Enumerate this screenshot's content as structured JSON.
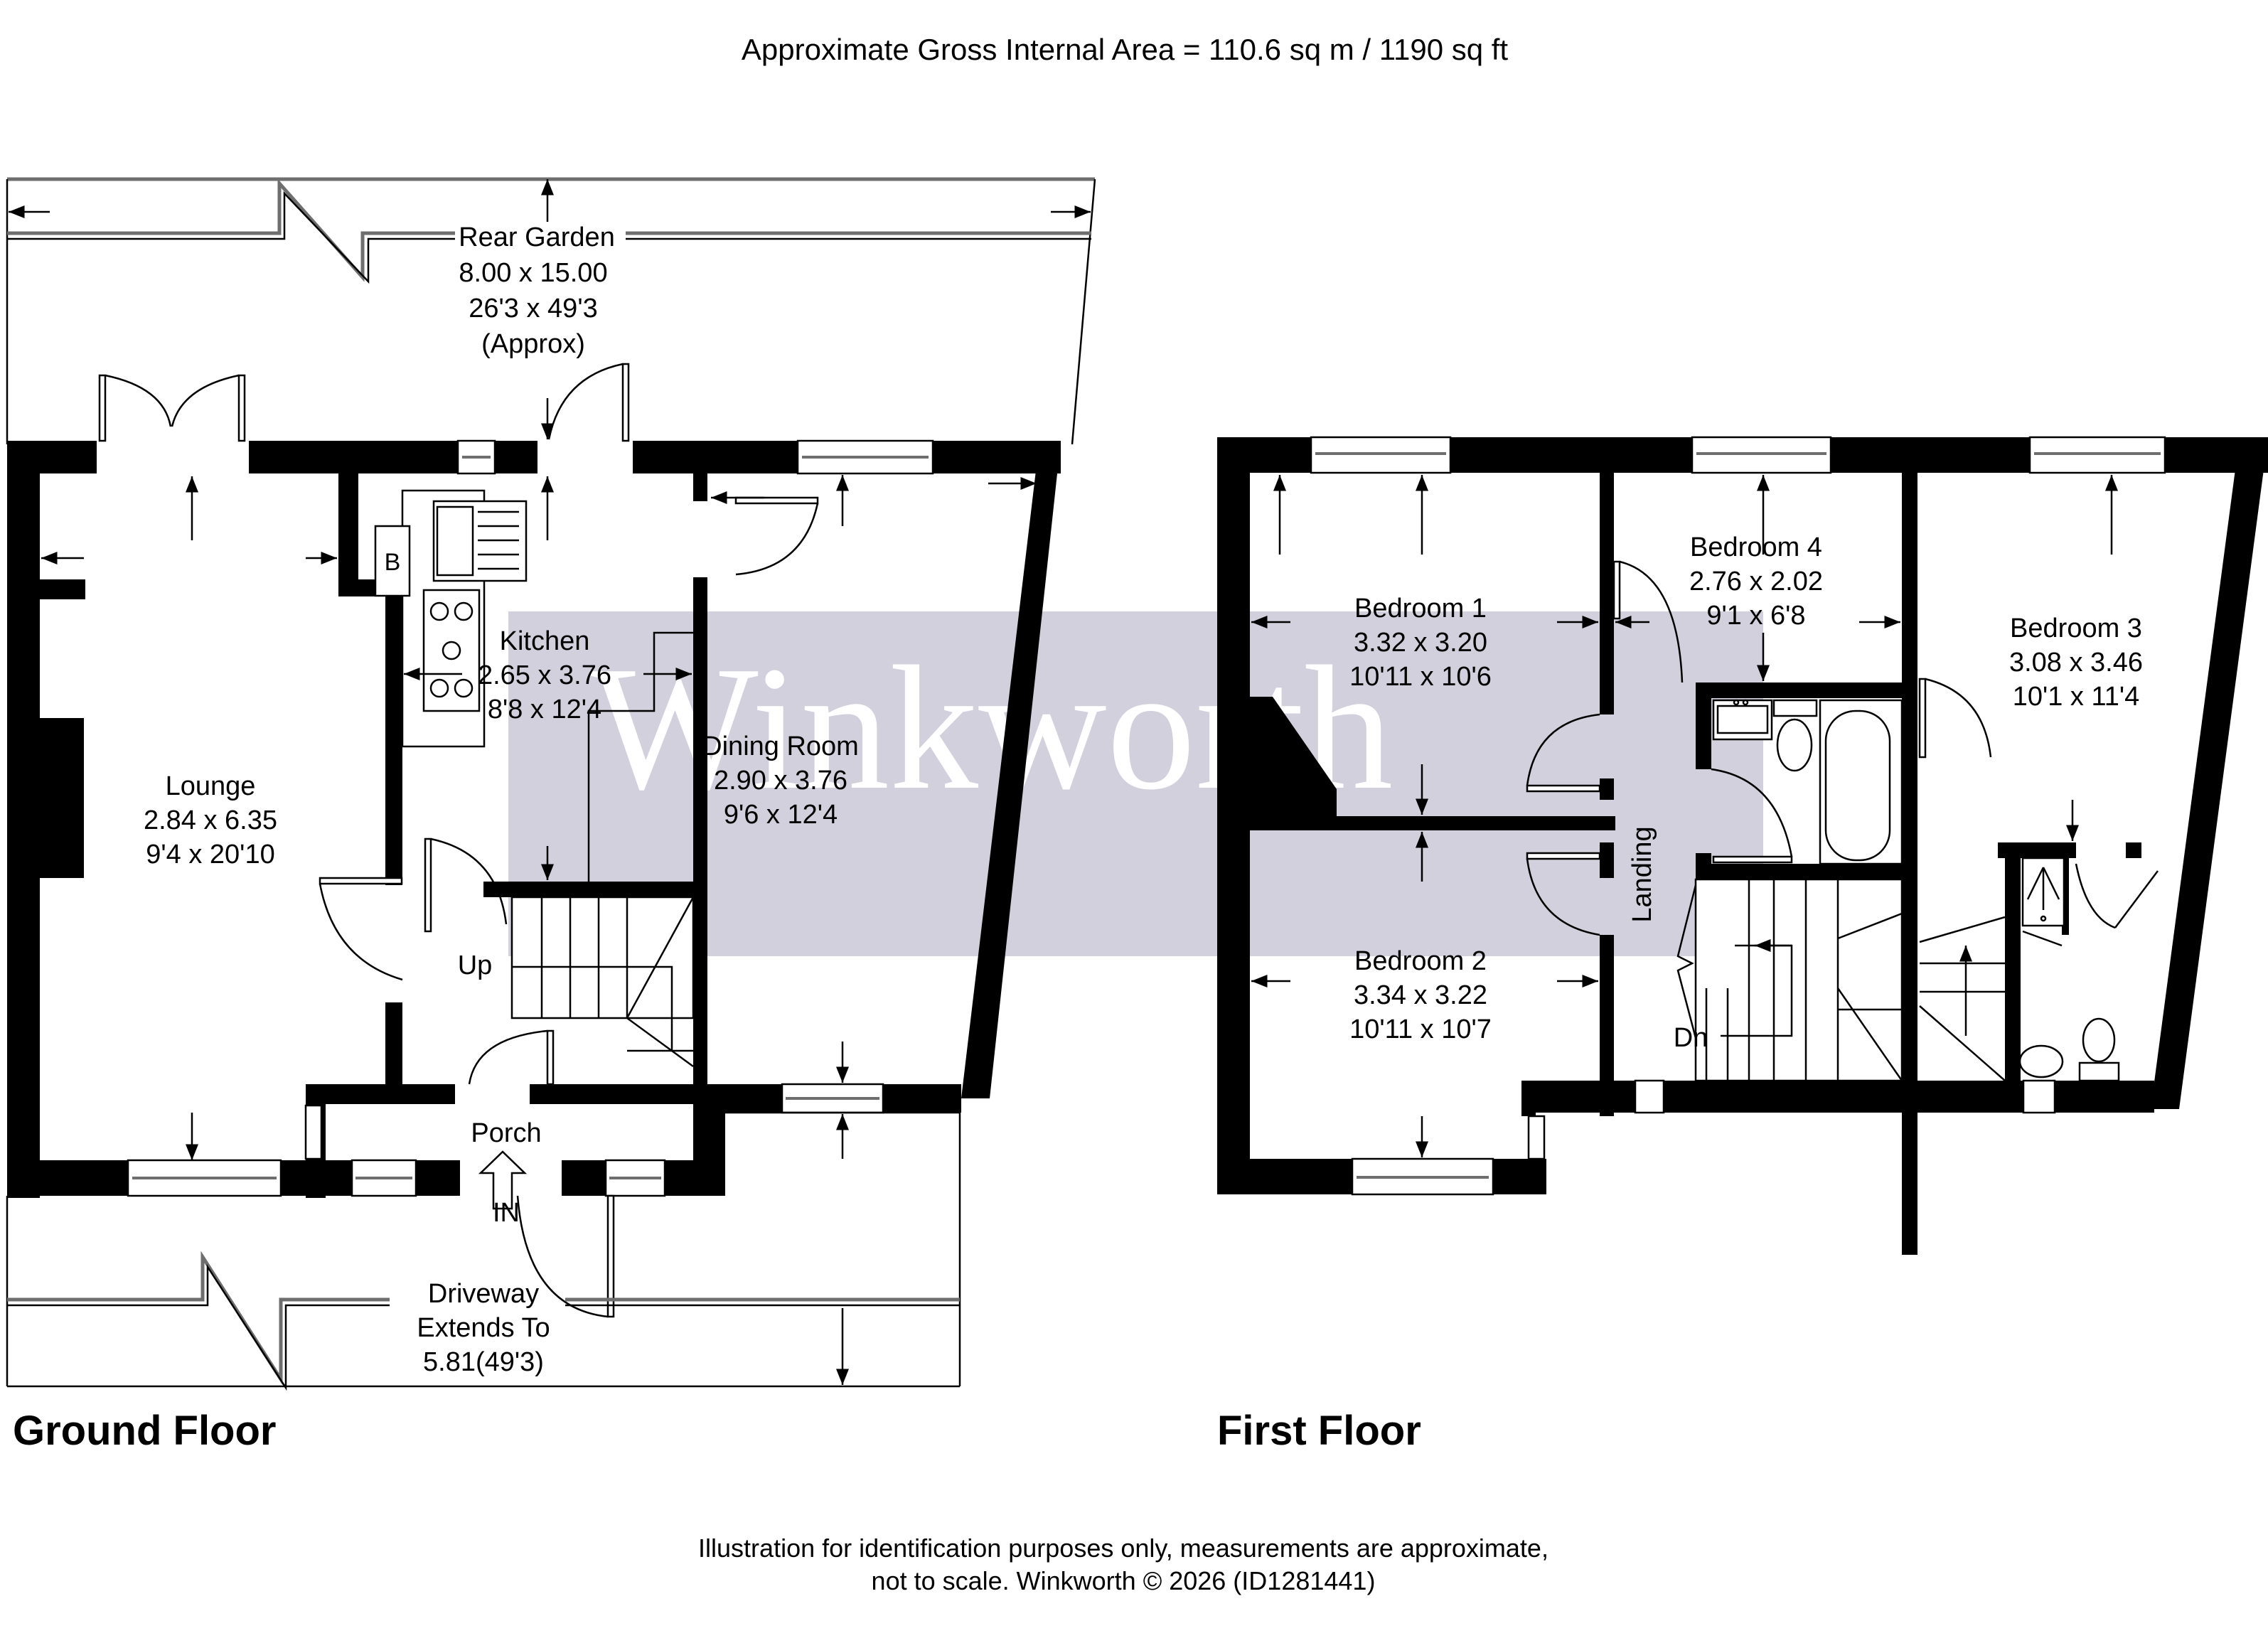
{
  "header": {
    "gross_area": "Approximate Gross Internal Area = 110.6 sq m / 1190 sq ft"
  },
  "watermark": {
    "text": "Winkworth",
    "color": "#d1d0dc"
  },
  "ground_floor": {
    "title": "Ground Floor",
    "rooms": [
      {
        "name": "Rear Garden",
        "metric": "8.00 x 15.00",
        "imperial": "26'3 x 49'3",
        "note": "(Approx)"
      },
      {
        "name": "Lounge",
        "metric": "2.84 x 6.35",
        "imperial": "9'4 x 20'10"
      },
      {
        "name": "Kitchen",
        "metric": "2.65 x 3.76",
        "imperial": "8'8 x 12'4"
      },
      {
        "name": "Dining Room",
        "metric": "2.90 x 3.76",
        "imperial": "9'6 x 12'4"
      },
      {
        "name": "Porch"
      },
      {
        "name": "Driveway",
        "line2": "Extends To",
        "metric": "5.81(49'3)"
      }
    ],
    "labels": {
      "boiler": "B",
      "stairs_up": "Up",
      "entrance": "IN"
    }
  },
  "first_floor": {
    "title": "First Floor",
    "rooms": [
      {
        "name": "Bedroom 1",
        "metric": "3.32 x 3.20",
        "imperial": "10'11 x 10'6"
      },
      {
        "name": "Bedroom 4",
        "metric": "2.76 x 2.02",
        "imperial": "9'1 x 6'8"
      },
      {
        "name": "Bedroom 3",
        "metric": "3.08 x 3.46",
        "imperial": "10'1 x 11'4"
      },
      {
        "name": "Bedroom 2",
        "metric": "3.34 x 3.22",
        "imperial": "10'11 x 10'7"
      },
      {
        "name": "Landing"
      }
    ],
    "labels": {
      "stairs_down": "Dn"
    }
  },
  "footer": {
    "line1": "Illustration for identification purposes only, measurements are approximate,",
    "line2": "not to scale. Winkworth © 2026 (ID1281441)"
  }
}
